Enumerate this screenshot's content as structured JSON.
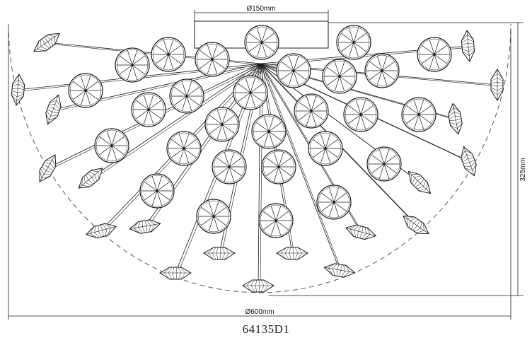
{
  "drawing": {
    "dimension_top": "Ø150mm",
    "dimension_bottom": "Ø600mm",
    "dimension_right": "325mm",
    "model_code": "64135D1"
  },
  "colors": {
    "line": "#1a1a1a",
    "dashed_outline": "#555555",
    "background": "#ffffff"
  }
}
